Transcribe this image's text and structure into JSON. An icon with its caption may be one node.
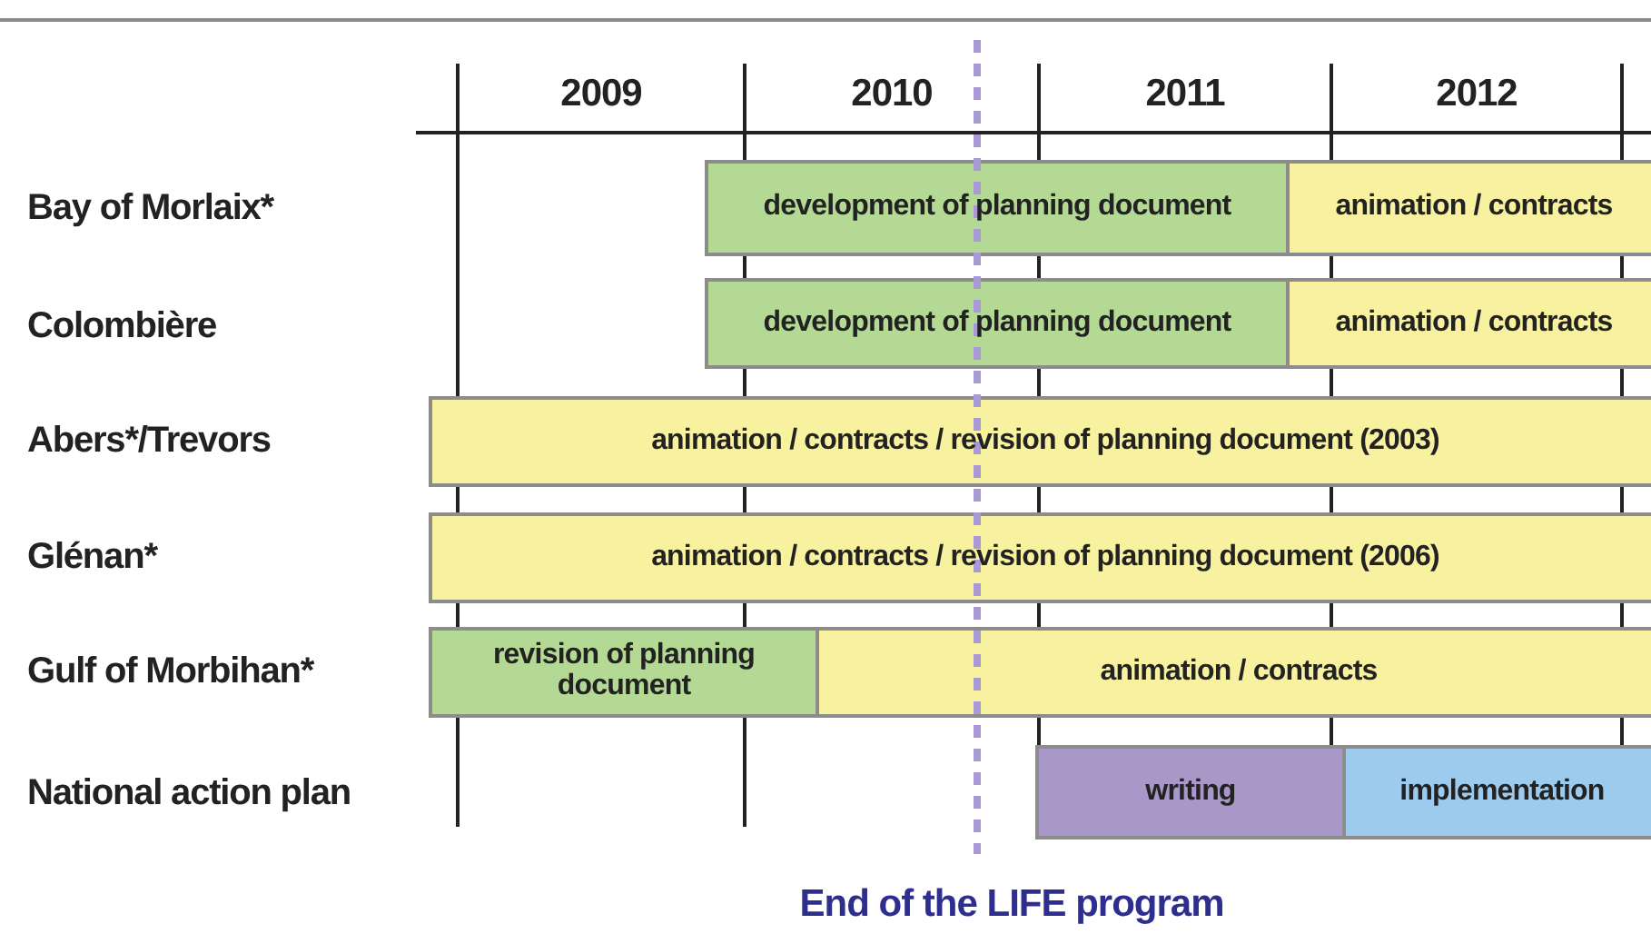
{
  "diagram": {
    "nodes": [
      {
        "text": [
          "development of planning document"
        ]
      },
      {
        "text": [
          "animation / contracts"
        ]
      },
      {
        "text": [
          "development of planning document"
        ]
      },
      {
        "text": [
          "animation / contracts"
        ]
      },
      {
        "text": [
          "animation / contracts / revision of planning document (2003)"
        ]
      },
      {
        "text": [
          "animation / contracts / revision of planning document (2006)"
        ]
      },
      {
        "text": [
          "revision of planning document"
        ]
      },
      {
        "text": [
          "animation / contracts"
        ]
      },
      {
        "text": [
          "writing"
        ]
      },
      {
        "text": [
          "implementation"
        ]
      }
    ],
    "edges": [],
    "labels": [
      "2009",
      "2010",
      "2011",
      "2012",
      "Bay of Morlaix*",
      "Colombière",
      "Abers*/Trevors",
      "Glénan*",
      "Gulf of Morbihan*",
      "National action plan",
      "End of the LIFE program"
    ]
  }
}
